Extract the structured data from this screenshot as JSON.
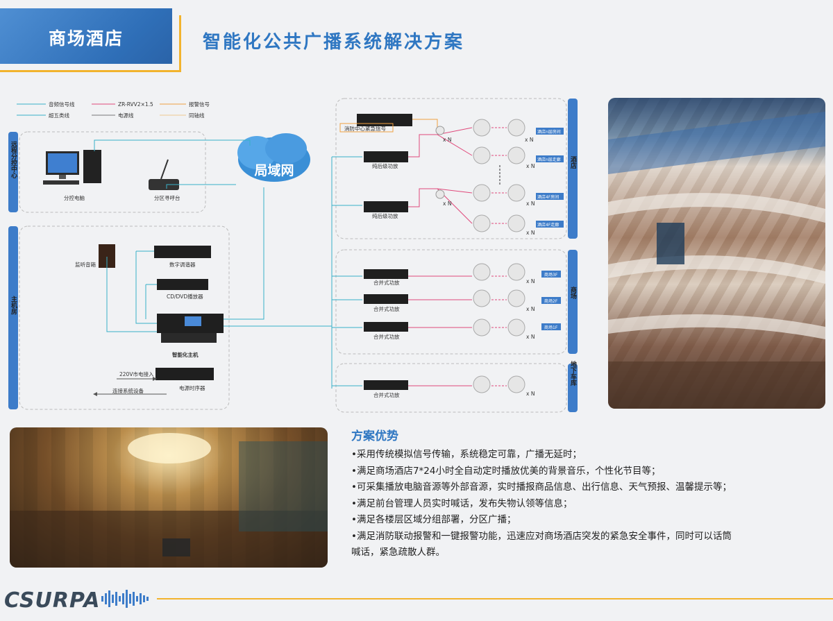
{
  "header": {
    "category": "商场酒店",
    "title": "智能化公共广播系统解决方案"
  },
  "legend": {
    "items": [
      "音频信号线",
      "ZR-RVV2×1.5",
      "报警信号",
      "超五类线",
      "电源线",
      "同轴线"
    ]
  },
  "diagram": {
    "cloud_label": "局域网",
    "zones": {
      "remote": "远程分控中心",
      "host": "主机房",
      "hotel": "酒店",
      "mall": "商场",
      "garage": "地下车库"
    },
    "devices": {
      "pc": "分控电脑",
      "paging": "分区寻呼台",
      "monitor": "监听音箱",
      "tuner": "数字调谐器",
      "cd": "CD/DVD播放器",
      "host": "智能化主机",
      "power_seq": "电源时序器",
      "mains_in": "220V市电接入",
      "to_system": "连接系统设备",
      "fire": "消防中心紧急信号",
      "amp1": "纯后级功放",
      "amp2": "纯后级功放",
      "mall_amp1": "合并式功放",
      "mall_amp2": "合并式功放",
      "mall_amp3": "合并式功放",
      "garage_amp": "合并式功放"
    },
    "multiplier": "x N",
    "zone_tags": [
      "酒店n层房间",
      "酒店n层走廊",
      "酒店4F房间",
      "酒店4F走廊",
      "商场3F",
      "商场2F",
      "商场1F"
    ]
  },
  "advantages": {
    "title": "方案优势",
    "items": [
      "•采用传统模拟信号传输，系统稳定可靠，广播无延时；",
      "•满足商场酒店7*24小时全自动定时播放优美的背景音乐，个性化节目等；",
      "•可采集播放电脑音源等外部音源，实时播报商品信息、出行信息、天气预报、温馨提示等；",
      "•满足前台管理人员实时喊话，发布失物认领等信息；",
      "•满足各楼层区域分组部署，分区广播；",
      "•满足消防联动报警和一键报警功能，迅速应对商场酒店突发的紧急安全事件，同时可以话筒",
      "喊话，紧急疏散人群。"
    ]
  },
  "footer": {
    "logo": "CSURPA"
  },
  "colors": {
    "accent": "#2f77c2",
    "gold": "#f2b32d",
    "audio_line": "#38b0c8",
    "rvv_line": "#e0487a",
    "alarm_line": "#f0a040",
    "zone_bar": "#3d7cc9"
  }
}
